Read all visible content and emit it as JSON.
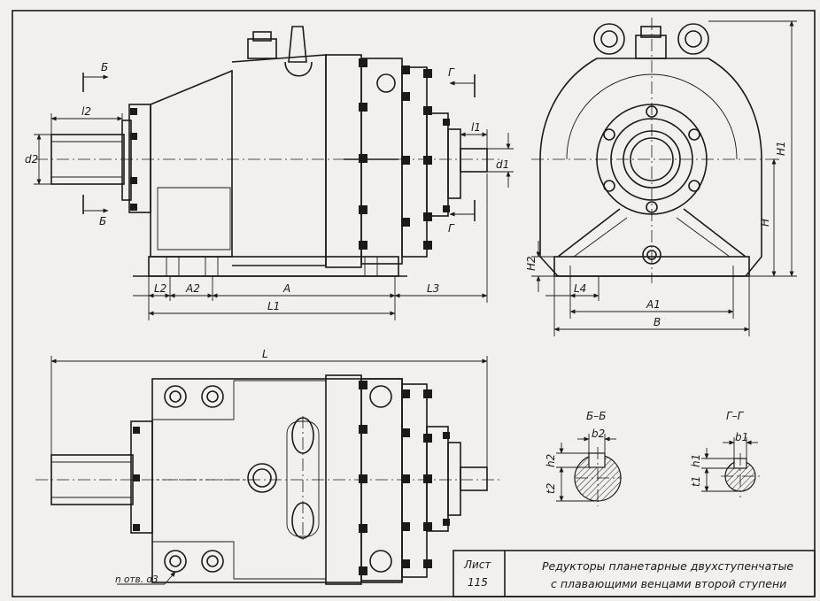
{
  "dims": {
    "l2": "l2",
    "d2": "d2",
    "l1": "l1",
    "d1": "d1",
    "L2": "L2",
    "A2": "A2",
    "A": "A",
    "L3": "L3",
    "L1": "L1",
    "L": "L",
    "H": "H",
    "H1": "H1",
    "H2": "H2",
    "L4": "L4",
    "A1": "A1",
    "B": "B",
    "holes": "n отв. d3",
    "b1": "b1",
    "b2": "b2",
    "h1": "h1",
    "h2": "h2",
    "t1": "t1",
    "t2": "t2"
  },
  "section_marks": {
    "b_top": "Б",
    "b_bottom": "Б",
    "g_top": "Г",
    "g_bottom": "Г"
  },
  "section_titles": {
    "bb": "Б–Б",
    "gg": "Г–Г"
  },
  "title_block": {
    "sheet_word": "Лист",
    "sheet_number": "115",
    "title_line1": "Редукторы планетарные двухступенчатые",
    "title_line2": "с плавающими венцами второй ступени"
  }
}
